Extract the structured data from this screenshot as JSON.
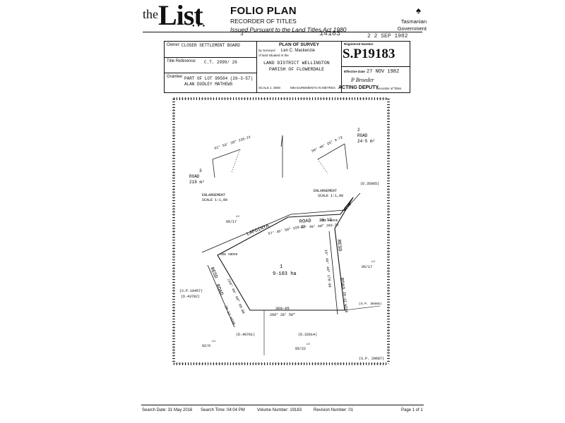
{
  "header": {
    "logo_the": "the",
    "logo_list": "List",
    "title": "FOLIO PLAN",
    "subtitle": "RECORDER OF TITLES",
    "issued": "Issued Pursuant to the Land Titles Act 1980",
    "gov_line1": "Tasmanian",
    "gov_line2": "Government"
  },
  "scan_marks": {
    "top_left": "3''",
    "top_mid": "14183",
    "date_stamp": "2 2 SEP 1982"
  },
  "title_block": {
    "owner_label": "Owner:",
    "owner_value": "CLOSER SETTLEMENT BOARD",
    "title_ref_label": "Title Reference:",
    "title_ref_value": "C.T. 2999/ 26",
    "grantee_label": "Grantee:",
    "grantee_value1": "PART OF LOT 99584 (26-3-57)",
    "grantee_value2": "ALAN DUDLEY MATHEWS",
    "plan_of_survey": "PLAN OF SURVEY",
    "by_surveyor_label": "by Surveyor",
    "surveyor_name": "Len C. Mackenzie",
    "of_land_label": "of land situated in the",
    "land_district": "LAND DISTRICT WELLINGTON",
    "parish": "PARISH OF FLOWERDALE",
    "scale": "SCALE 1: 3000",
    "measurements": "MEASUREMENTS IN METRES",
    "registered_label": "Registered Number",
    "sp_number": "S.P19183",
    "effective_label": "Effective Date",
    "effective_date": "27 NOV 1982",
    "signature": "P Broeder",
    "acting_deputy": "ACTING DEPUTY",
    "recorder": "Recorder of Titles"
  },
  "plan": {
    "lot_number": "1",
    "lot_area": "9·103 ha",
    "road_lapoinya": "LAPOINYA",
    "road_word": "ROAD",
    "road_width_top": "20·12",
    "wide": "WIDE",
    "resd": "RESD",
    "road_right": "ROAD",
    "road_right_width": "20·12 WIDE",
    "road_left": "ROAD",
    "road_left_width": "20·12 WIDE",
    "bottom_length": "360·05",
    "bottom_bearing": "269° 28' 50\"",
    "left_bearing": "210° 40' 40\" 68·88",
    "right_bearing": "19° 40' 40\" 178·90",
    "top_bearing": "60° 40' 40\" 183·31",
    "top_bearing2": "57° 49' 50\" 229·31",
    "inset_left_road": "ROAD",
    "inset_left_num": "3",
    "inset_left_area": "218 m²",
    "inset_left_bearing": "61° 53' 10\" 235·21",
    "inset_right_num": "2",
    "inset_right_road": "ROAD",
    "inset_right_area": "24·5 m²",
    "inset_right_bearing": "50° 40' 25\" 9·72",
    "enlargement": "ENLARGEMENT",
    "enlargement_scale": "SCALE 1:1,00",
    "see_above": "SEE ABOVE",
    "d35965": "(D.35965)",
    "d43782": "(D.43782)",
    "d46701": "(D.46701)",
    "d32014": "(D.32014)",
    "sp10457": "(S.P.10457)",
    "sp29687": "(S.P. 29687)",
    "sp30468": "(S.P. 30468)",
    "f95_17": "95/17",
    "f95_17_lo": "LO",
    "f95_17b": "95/17",
    "f92_6": "92/6",
    "f85_22": "85/22",
    "lo": "LO"
  },
  "footer": {
    "search_date": "Search Date: 31 May 2016",
    "search_time": "Search Time: 04:04 PM",
    "volume": "Volume Number: 19183",
    "revision": "Revision Number: 01",
    "page": "Page 1 of 1"
  }
}
